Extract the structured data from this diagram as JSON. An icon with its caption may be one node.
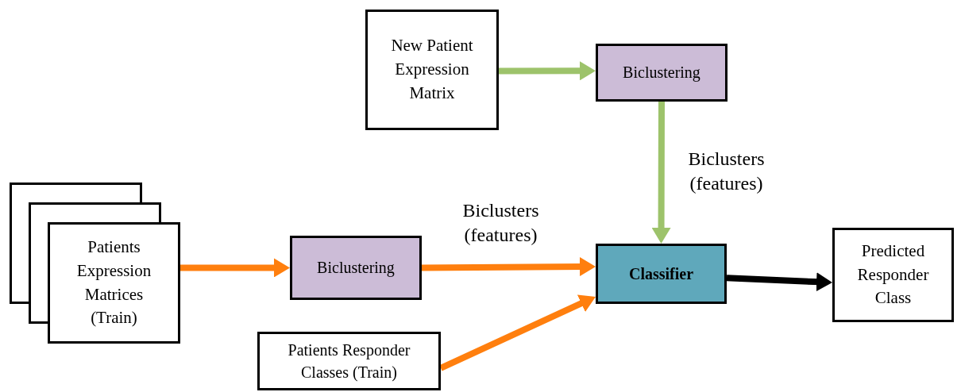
{
  "diagram": {
    "nodes": [
      {
        "text": [
          "New Patient Expression Matrix"
        ]
      },
      {
        "text": [
          "Biclustering"
        ]
      },
      {
        "text": [
          "Patients Expression Matrices (Train)"
        ]
      },
      {
        "text": [
          "Biclustering"
        ]
      },
      {
        "text": [
          "Patients Responder Classes (Train)"
        ]
      },
      {
        "text": [
          "Classifier"
        ]
      },
      {
        "text": [
          "Predicted Responder Class"
        ]
      }
    ],
    "edges": [
      {
        "from": 0,
        "to": 1,
        "arrow": "to",
        "color": "#9dc36b"
      },
      {
        "from": 1,
        "to": 5,
        "arrow": "to",
        "label": "Biclusters (features)",
        "color": "#9dc36b"
      },
      {
        "from": 2,
        "to": 3,
        "arrow": "to"
      },
      {
        "from": 3,
        "to": 5,
        "arrow": "to",
        "label": "Biclusters (features)"
      },
      {
        "from": 4,
        "to": 5,
        "arrow": "to"
      },
      {
        "from": 5,
        "to": 6,
        "arrow": "to",
        "color": "#000000"
      }
    ]
  }
}
